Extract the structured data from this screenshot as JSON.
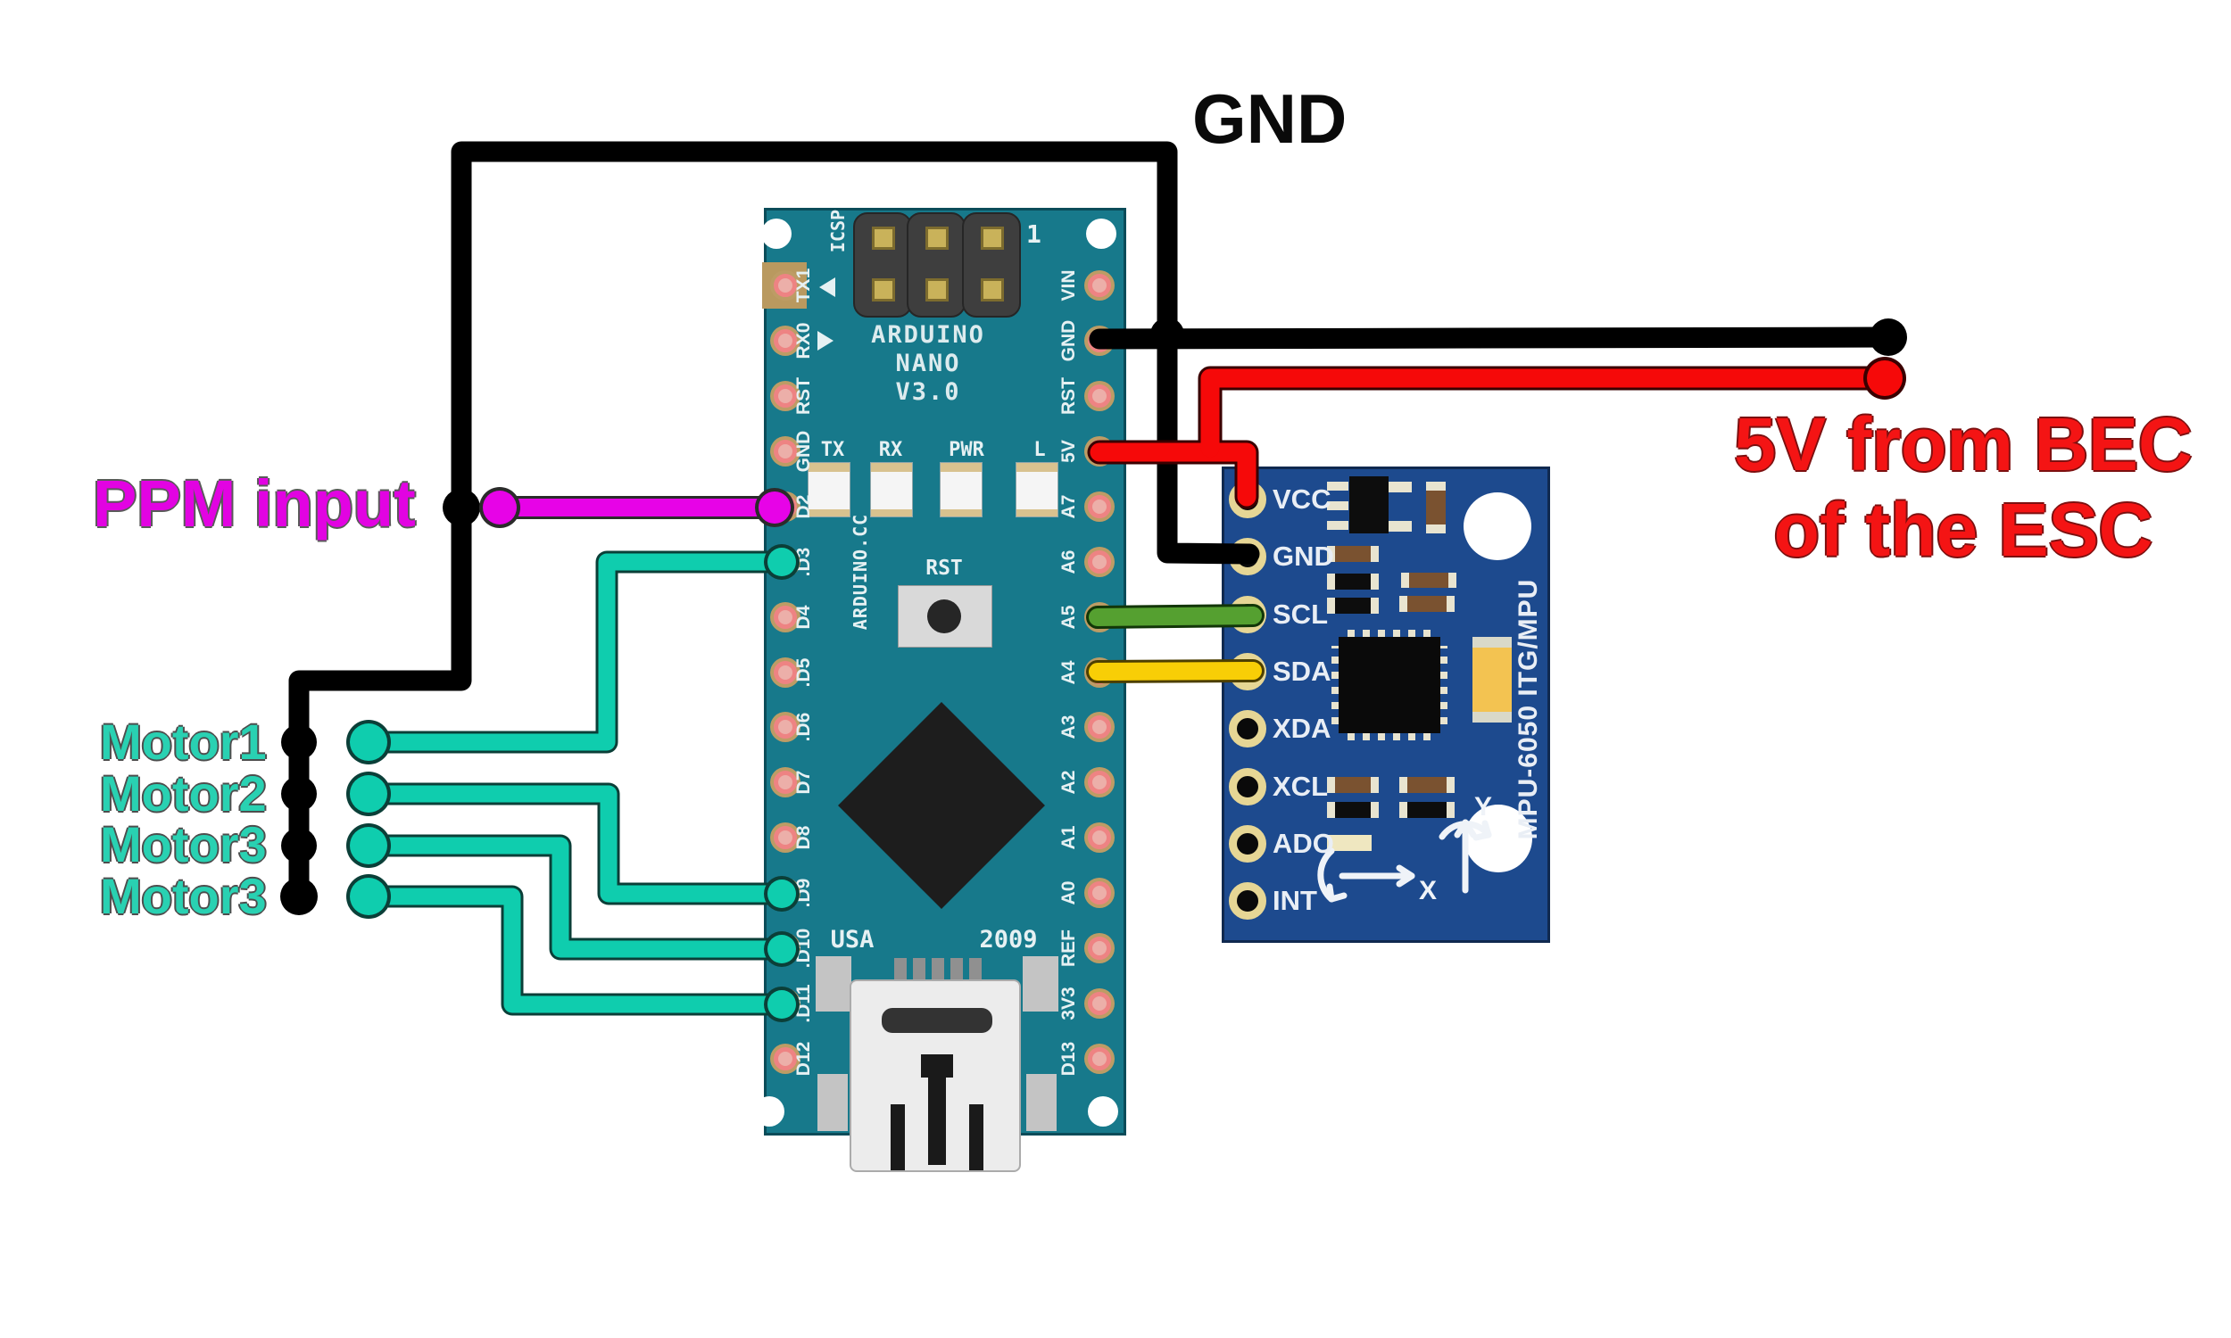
{
  "labels": {
    "gnd": "GND",
    "ppm": "PPM input",
    "motors": [
      "Motor1",
      "Motor2",
      "Motor3",
      "Motor3"
    ],
    "bec_line1": "5V from BEC",
    "bec_line2": "of the ESC"
  },
  "arduino": {
    "title_line1": "ARDUINO",
    "title_line2": "NANO",
    "title_line3": "V3.0",
    "brand_vertical": "ARDUINO.CC",
    "icsp_label": "ICSP",
    "pin1_label": "1",
    "reset_label": "RST",
    "usa_label": "USA",
    "year_label": "2009",
    "led_labels": [
      "TX",
      "RX",
      "PWR",
      "L"
    ],
    "left_pins": [
      "TX1",
      "RX0",
      "RST",
      "GND",
      "D2",
      ".D3",
      "D4",
      ".D5",
      ".D6",
      "D7",
      "D8",
      ".D9",
      ".D10",
      ".D11",
      "D12"
    ],
    "right_pins": [
      "VIN",
      "GND",
      "RST",
      "5V",
      "A7",
      "A6",
      "A5",
      "A4",
      "A3",
      "A2",
      "A1",
      "A0",
      "REF",
      "3V3",
      "D13"
    ]
  },
  "mpu": {
    "pins": [
      "VCC",
      "GND",
      "SCL",
      "SDA",
      "XDA",
      "XCL",
      "ADO",
      "INT"
    ],
    "vertical_label": "MPU-6050 ITG/MPU",
    "axis_x_label": "X",
    "axis_y_label": "Y"
  },
  "wires": {
    "gnd_net": "GND",
    "power_net": "5V",
    "ppm_net": "PPM input to D2",
    "motor_nets": [
      "Motor1 to D3",
      "Motor2 to D9",
      "Motor3 to D10",
      "Motor3 to D11"
    ],
    "i2c_scl": "A5 to SCL",
    "i2c_sda": "A4 to SDA"
  },
  "colors": {
    "arduino_board": "#17798B",
    "mpu_board": "#1D4A8E",
    "wire_black": "#000000",
    "wire_red": "#F60909",
    "wire_magenta": "#E703E7",
    "wire_teal": "#0FCDAE",
    "wire_green": "#55A030",
    "wire_yellow": "#F8CE06",
    "text_red": "#F41414",
    "text_magenta": "#E203E2",
    "text_teal": "#29D1B2",
    "silk_white": "#E6F1F3",
    "hole_ring_gold": "#E6D695",
    "pad_pink": "#EE8383"
  }
}
